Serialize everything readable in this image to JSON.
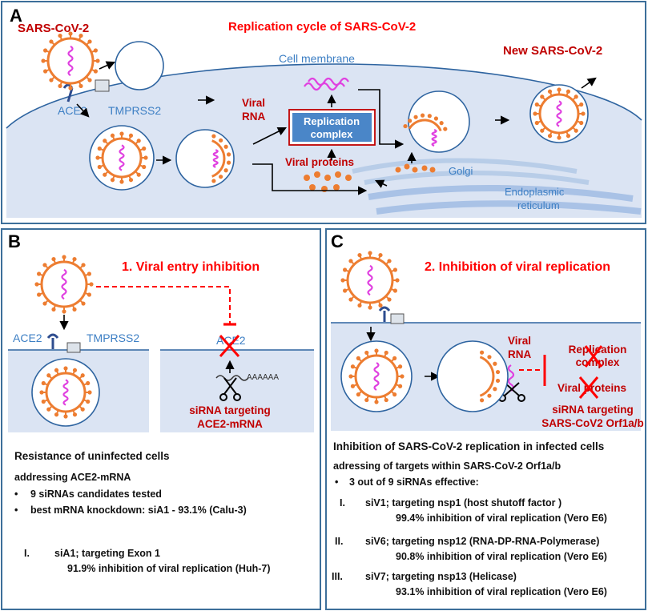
{
  "panels": {
    "a": {
      "letter": "A",
      "title": "Replication cycle of SARS-CoV-2",
      "virus_label": "SARS-CoV-2",
      "new_virus_label": "New SARS-CoV-2",
      "cell_membrane": "Cell membrane",
      "ace2": "ACE2",
      "tmprss2": "TMPRSS2",
      "viral_rna_line1": "Viral",
      "viral_rna_line2": "RNA",
      "replication_line1": "Replication",
      "replication_line2": "complex",
      "viral_proteins": "Viral proteins",
      "golgi": "Golgi",
      "er_line1": "Endoplasmic",
      "er_line2": "reticulum"
    },
    "b": {
      "letter": "B",
      "title": "1. Viral entry inhibition",
      "ace2": "ACE2",
      "tmprss2": "TMPRSS2",
      "ace2_blocked": "ACE2",
      "poly_a": "AAAAAA",
      "sirna_line1": "siRNA targeting",
      "sirna_line2": "ACE2-mRNA",
      "heading": "Resistance of uninfected cells",
      "subheading": "addressing ACE2-mRNA",
      "bullets": [
        "9 siRNAs candidates tested",
        "best mRNA knockdown: siA1 - 93.1% (Calu-3)"
      ],
      "items": [
        {
          "numeral": "I.",
          "line1": "siA1; targeting Exon 1",
          "line2": "91.9% inhibition of viral replication (Huh-7)"
        }
      ]
    },
    "c": {
      "letter": "C",
      "title": "2. Inhibition of viral replication",
      "viral_rna_line1": "Viral",
      "viral_rna_line2": "RNA",
      "replication_line1": "Replication",
      "replication_line2": "complex",
      "viral_proteins": "Viral proteins",
      "sirna_line1": "siRNA targeting",
      "sirna_line2": "SARS-CoV2 Orf1a/b",
      "heading": "Inhibition of SARS-CoV-2 replication in infected cells",
      "subheading": "adressing of targets within SARS-CoV-2 Orf1a/b",
      "bullets": [
        "3 out of 9 siRNAs effective:"
      ],
      "items": [
        {
          "numeral": "I.",
          "line1": "siV1; targeting nsp1 (host shutoff factor )",
          "line2": "99.4% inhibition of viral replication (Vero E6)"
        },
        {
          "numeral": "II.",
          "line1": "siV6; targeting nsp12 (RNA-DP-RNA-Polymerase)",
          "line2": "90.8% inhibition of viral replication (Vero E6)"
        },
        {
          "numeral": "III.",
          "line1": "siV7; targeting nsp13 (Helicase)",
          "line2": "93.1% inhibition of viral replication (Vero E6)"
        }
      ]
    }
  },
  "colors": {
    "virus_spike": "#ed7d31",
    "rna": "#e040e0",
    "receptor": "#2e4d8f",
    "title_red": "#ff0000",
    "label_red": "#c00000",
    "label_blue": "#3d7fc4",
    "cell_fill": "#dbe4f3",
    "replication_box": "#4a86c8"
  }
}
